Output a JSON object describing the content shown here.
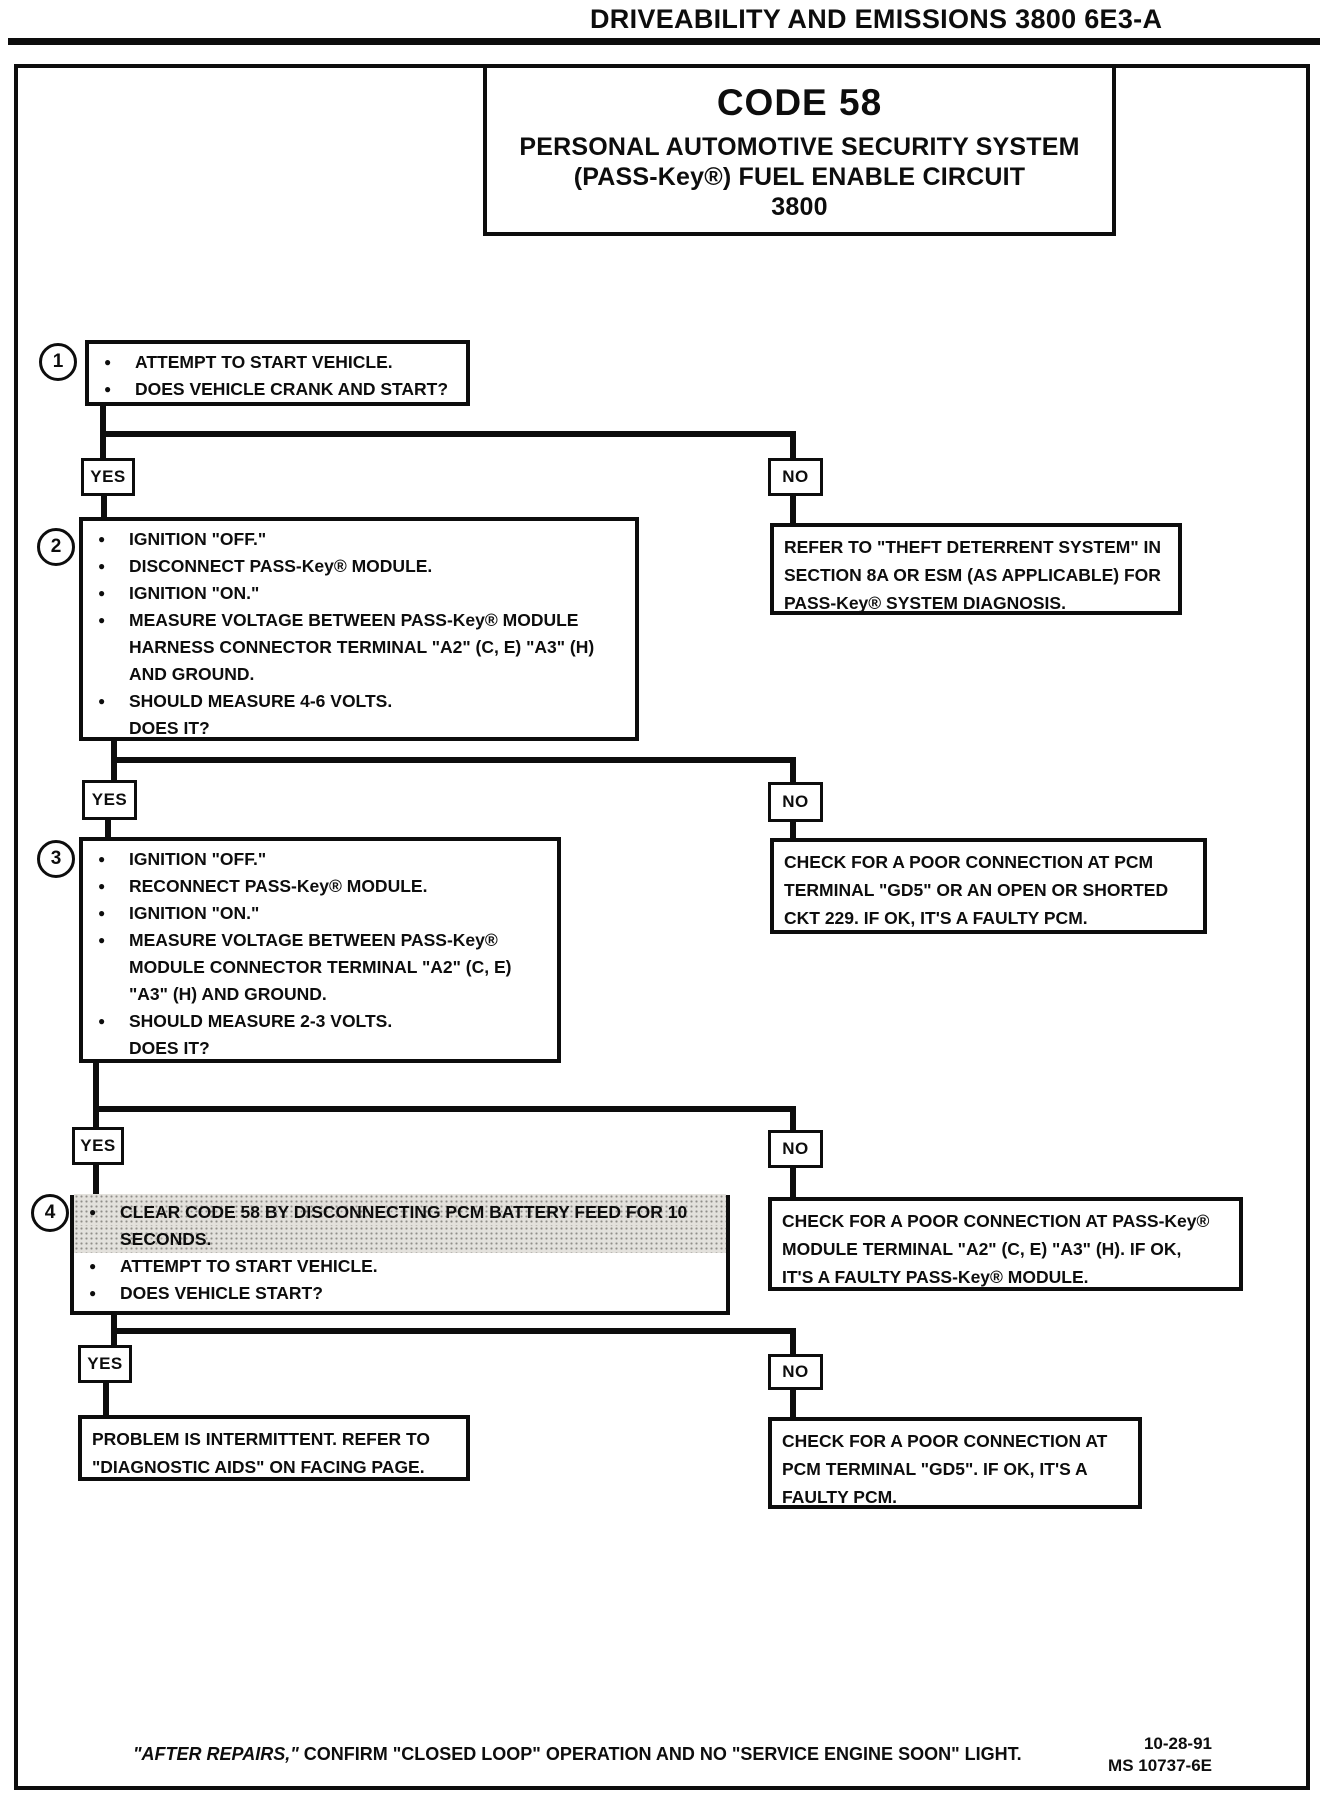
{
  "glyphs": {
    "bullet": "●"
  },
  "header": {
    "title": "DRIVEABILITY AND EMISSIONS 3800 6E3-A"
  },
  "title_block": {
    "code": "CODE 58",
    "line1": "PERSONAL AUTOMOTIVE SECURITY SYSTEM",
    "line2": "(PASS-Key®) FUEL ENABLE CIRCUIT",
    "line3": "3800"
  },
  "labels": {
    "yes": "YES",
    "no": "NO"
  },
  "steps": [
    {
      "number": "1",
      "rows": [
        {
          "t": "ATTEMPT TO START VEHICLE."
        },
        {
          "t": "DOES VEHICLE CRANK AND START?"
        }
      ]
    },
    {
      "number": "2",
      "rows": [
        {
          "t": "IGNITION \"OFF.\""
        },
        {
          "t": "DISCONNECT PASS-Key® MODULE."
        },
        {
          "t": "IGNITION \"ON.\""
        },
        {
          "t": "MEASURE VOLTAGE BETWEEN PASS-Key® MODULE"
        },
        {
          "t": "HARNESS CONNECTOR TERMINAL \"A2\" (C, E) \"A3\" (H)"
        },
        {
          "t": "AND GROUND."
        },
        {
          "t": "SHOULD MEASURE 4-6 VOLTS."
        },
        {
          "t": "DOES IT?"
        }
      ]
    },
    {
      "number": "3",
      "rows": [
        {
          "t": "IGNITION \"OFF.\""
        },
        {
          "t": "RECONNECT PASS-Key® MODULE."
        },
        {
          "t": "IGNITION \"ON.\""
        },
        {
          "t": "MEASURE VOLTAGE BETWEEN PASS-Key®"
        },
        {
          "t": "MODULE CONNECTOR TERMINAL \"A2\" (C, E)"
        },
        {
          "t": "\"A3\" (H) AND GROUND."
        },
        {
          "t": "SHOULD MEASURE 2-3 VOLTS."
        },
        {
          "t": "DOES IT?"
        }
      ]
    },
    {
      "number": "4",
      "rows": [
        {
          "t": "CLEAR CODE 58 BY DISCONNECTING PCM BATTERY FEED FOR 10"
        },
        {
          "t": "SECONDS."
        },
        {
          "t": "ATTEMPT TO START VEHICLE."
        },
        {
          "t": "DOES VEHICLE START?"
        }
      ]
    }
  ],
  "action_boxes": {
    "no1": {
      "lines": [
        "REFER TO \"THEFT DETERRENT SYSTEM\" IN",
        "SECTION 8A OR ESM (AS APPLICABLE) FOR",
        "PASS-Key® SYSTEM DIAGNOSIS."
      ]
    },
    "no2": {
      "lines": [
        "CHECK FOR A POOR CONNECTION AT PCM",
        "TERMINAL \"GD5\" OR AN OPEN OR SHORTED",
        "CKT 229. IF OK, IT'S A FAULTY PCM."
      ]
    },
    "no3": {
      "lines": [
        "CHECK FOR A POOR CONNECTION AT PASS-Key®",
        "MODULE TERMINAL \"A2\" (C, E) \"A3\" (H). IF OK,",
        "IT'S A FAULTY PASS-Key® MODULE."
      ]
    },
    "yes_final": {
      "lines": [
        "PROBLEM IS INTERMITTENT. REFER TO",
        "\"DIAGNOSTIC AIDS\" ON FACING PAGE."
      ]
    },
    "no4": {
      "lines": [
        "CHECK FOR A POOR CONNECTION AT",
        "PCM TERMINAL \"GD5\". IF OK, IT'S A",
        "FAULTY PCM."
      ]
    }
  },
  "footer": {
    "note_italic": "\"AFTER REPAIRS,\"",
    "note_rest": " CONFIRM \"CLOSED LOOP\" OPERATION AND NO \"SERVICE ENGINE SOON\" LIGHT.",
    "date": "10-28-91",
    "ref": "MS 10737-6E"
  }
}
